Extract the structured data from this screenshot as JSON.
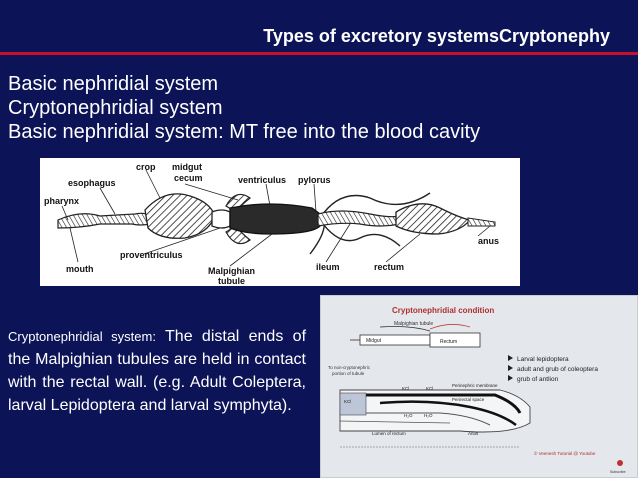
{
  "slide": {
    "title": "Types of excretory systemsCryptonephy",
    "bullets": [
      "Basic nephridial system",
      "Cryptonephridial system",
      "Basic nephridial system: MT free into the blood cavity"
    ],
    "paragraph_lead": "Cryptonephridial system:",
    "paragraph_rest": " The distal ends of the Malpighian tubules are held in contact with the rectal wall. (e.g. Adult Coleptera, larval Lepidoptera and larval symphyta)."
  },
  "figure_gut": {
    "labels": {
      "crop": "crop",
      "midgut_cecum_1": "midgut",
      "midgut_cecum_2": "cecum",
      "esophagus": "esophagus",
      "ventriculus": "ventriculus",
      "pylorus": "pylorus",
      "pharynx": "pharynx",
      "anus": "anus",
      "proventriculus": "proventriculus",
      "mouth": "mouth",
      "malpighian_1": "Malpighian",
      "malpighian_2": "tubule",
      "ileum": "ileum",
      "rectum": "rectum"
    }
  },
  "figure_crypto": {
    "title": "Cryptonephridial condition",
    "labels": {
      "malpighian_tubule": "Malpighian tubule",
      "midgut": "Midgut",
      "rectum": "Rectum",
      "non_crypto_1": "To non-cryptonephric",
      "non_crypto_2": "portion of tubule",
      "kcl_1": "KCl",
      "kcl_2": "KCl",
      "kcl_3": "KCl",
      "perinephric": "Perinephric membrane",
      "perirectal": "Perirectal space",
      "h2o_1": "H₂O",
      "h2o_2": "H₂O",
      "lumen": "Lumen of rectum",
      "anus": "Anus"
    },
    "list": [
      "Larval lepidoptera",
      "adult and grub of coleoptera",
      "grub of antlion"
    ],
    "credit": "© Veenesh Tutorial @ Youtube",
    "subscribe": "Subscribe"
  }
}
